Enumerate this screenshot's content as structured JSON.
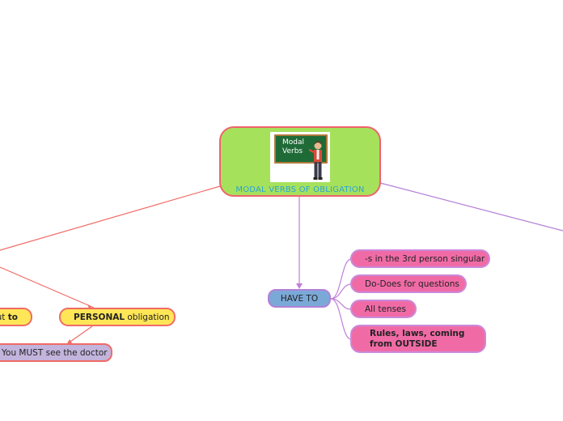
{
  "central": {
    "title": "MODAL VERBS OF OBLIGATION",
    "image_text_line1": "Modal",
    "image_text_line2": "Verbs"
  },
  "have_to": {
    "label": "HAVE TO",
    "children": [
      "-s in the 3rd person singular",
      "Do-Does for questions",
      "All tenses"
    ],
    "rules_line1": "Rules, laws, coming",
    "rules_line2": "from OUTSIDE"
  },
  "must_branch": {
    "partial_label": "ut",
    "partial_label_bold": "to",
    "personal_bold": "PERSONAL",
    "personal_rest": " obligation",
    "example": "You MUST see the doctor"
  },
  "colors": {
    "central_fill": "#a6e15c",
    "central_border": "#f0626b",
    "central_title": "#2aa3d6",
    "pink_fill": "#f06ba6",
    "blue_fill": "#7aa9d8",
    "yellow_fill": "#ffe657",
    "lilac_fill": "#c2b4dc",
    "red_connector": "#f06b66",
    "purple_connector": "#b37fd6"
  }
}
